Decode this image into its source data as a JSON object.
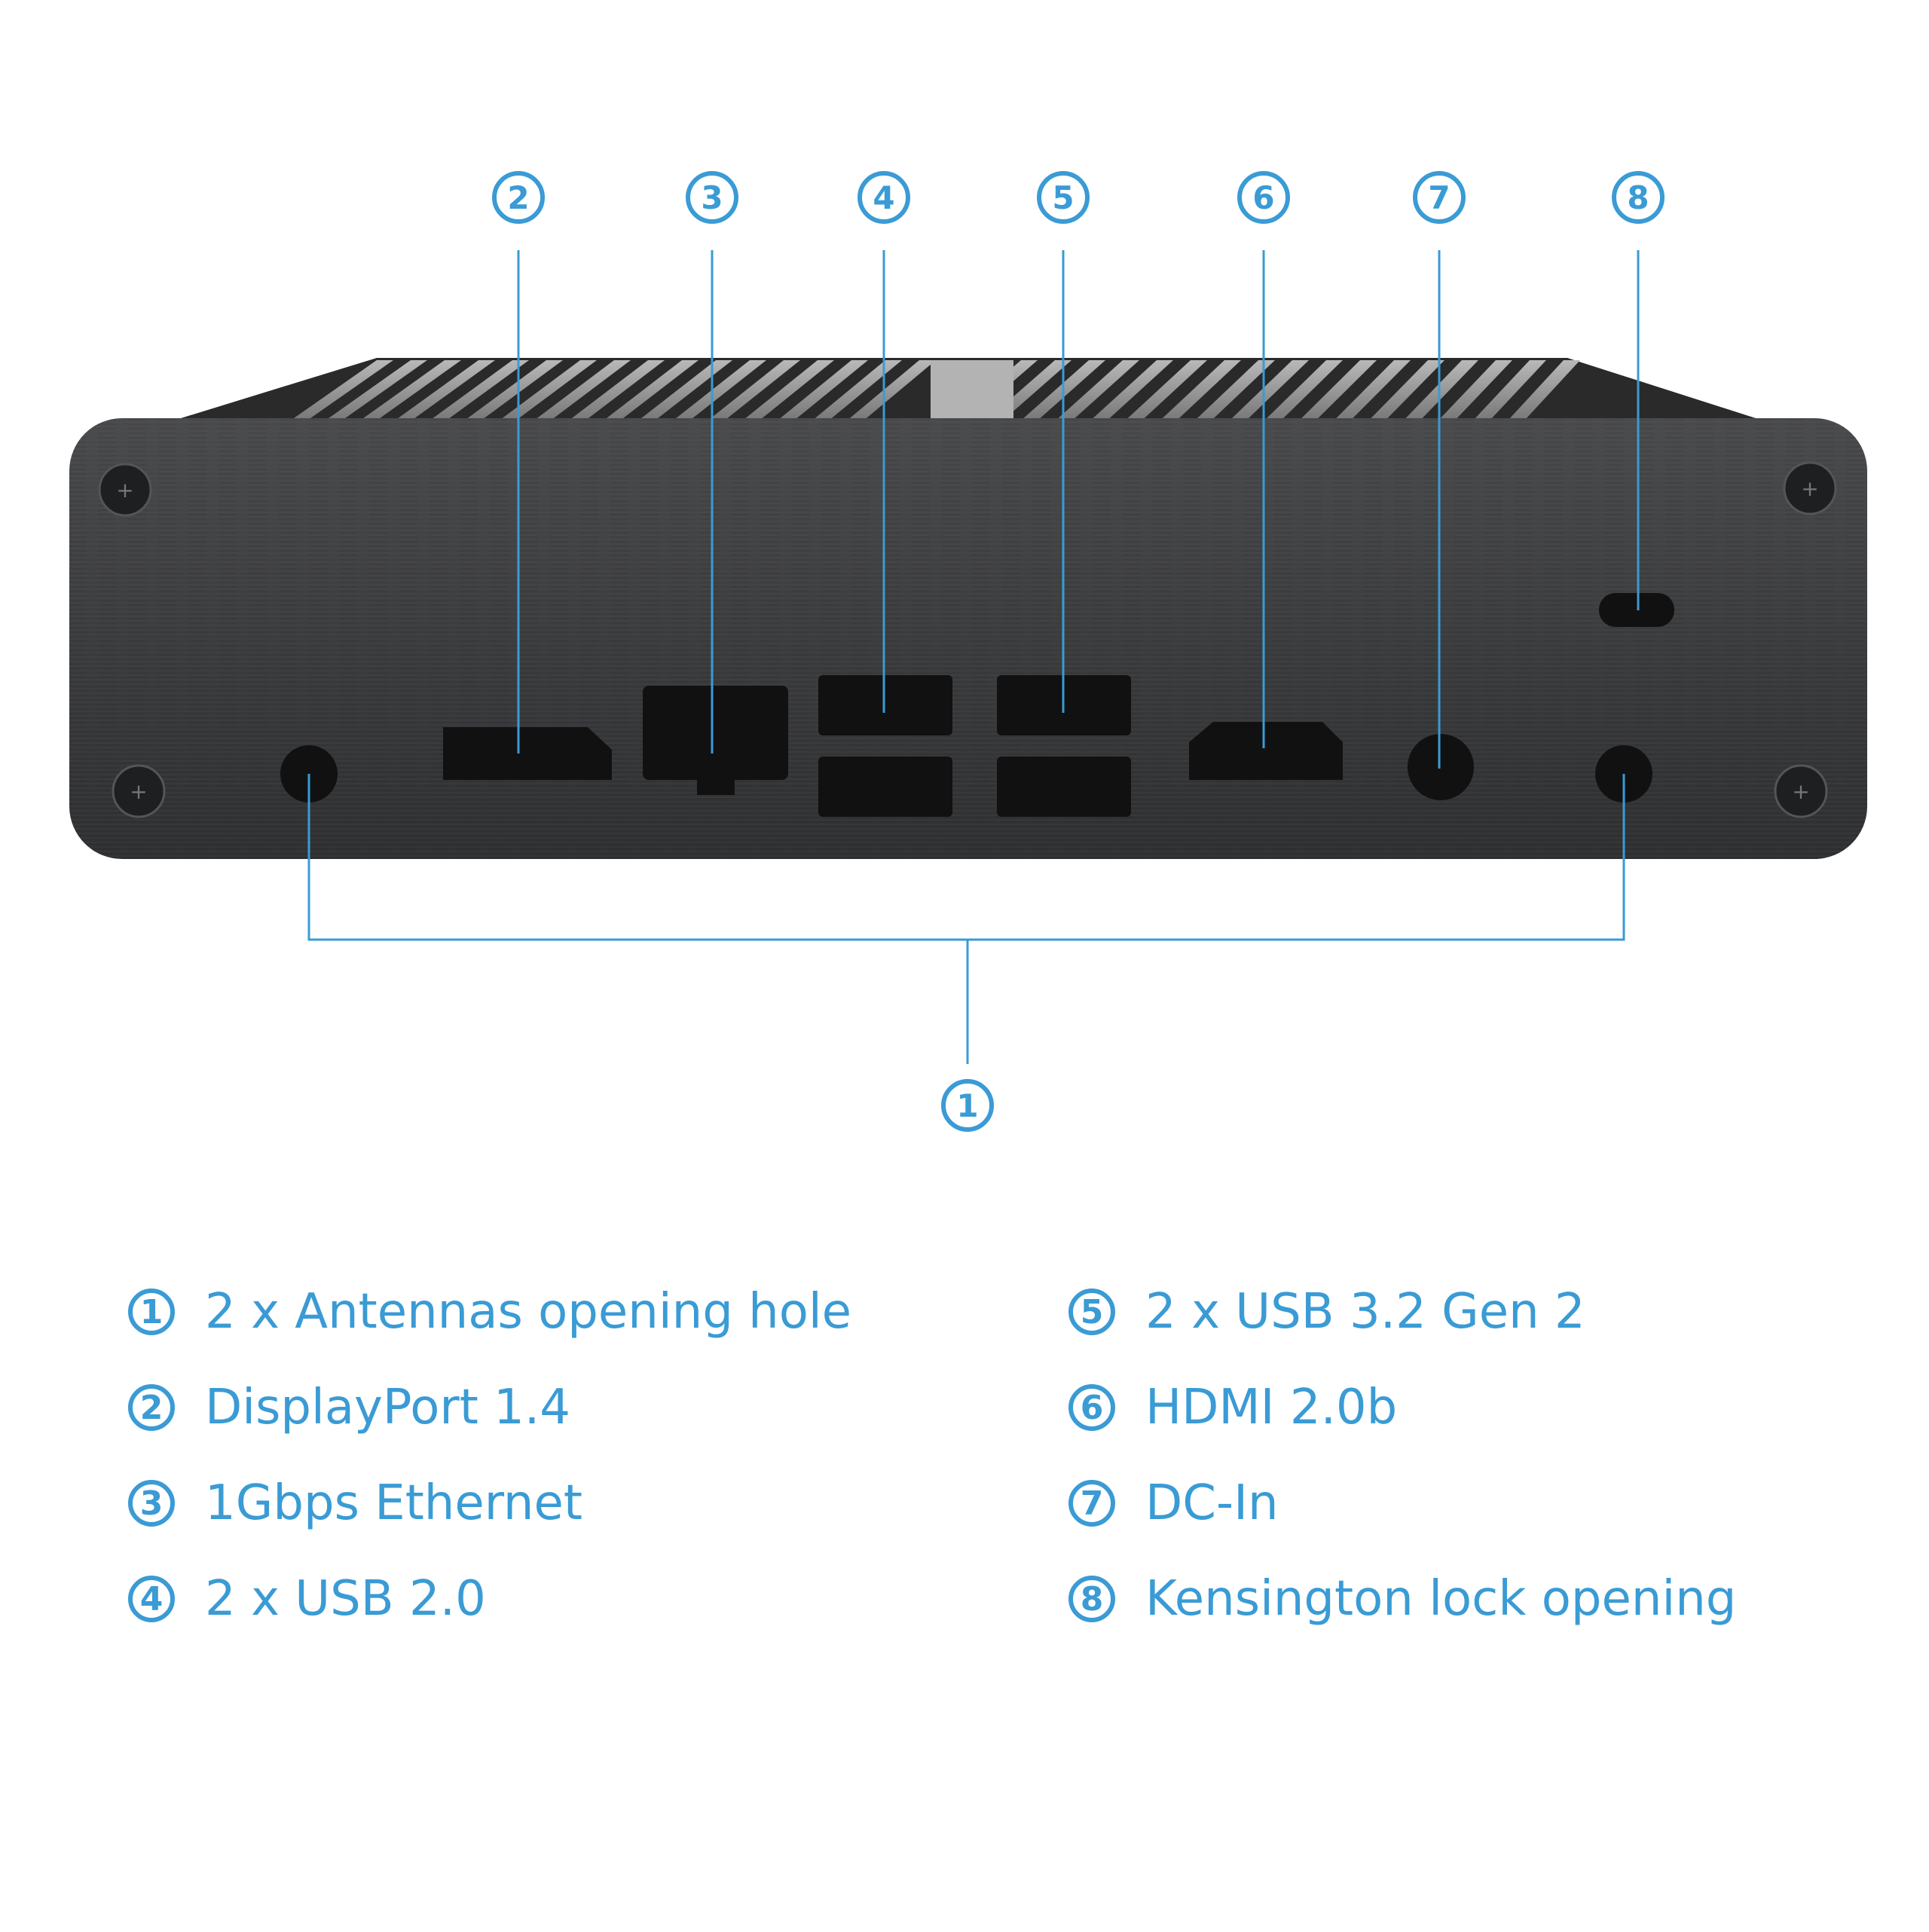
{
  "accent_color": "#3a9bd5",
  "device": {
    "name": "mini-pc-rear-panel"
  },
  "callouts": [
    {
      "number": "1",
      "label": "2 x Antennas opening hole"
    },
    {
      "number": "2",
      "label": "DisplayPort 1.4"
    },
    {
      "number": "3",
      "label": "1Gbps Ethernet"
    },
    {
      "number": "4",
      "label": "2 x USB 2.0"
    },
    {
      "number": "5",
      "label": "2 x USB 3.2 Gen 2"
    },
    {
      "number": "6",
      "label": "HDMI 2.0b"
    },
    {
      "number": "7",
      "label": "DC-In"
    },
    {
      "number": "8",
      "label": "Kensington lock opening"
    }
  ]
}
